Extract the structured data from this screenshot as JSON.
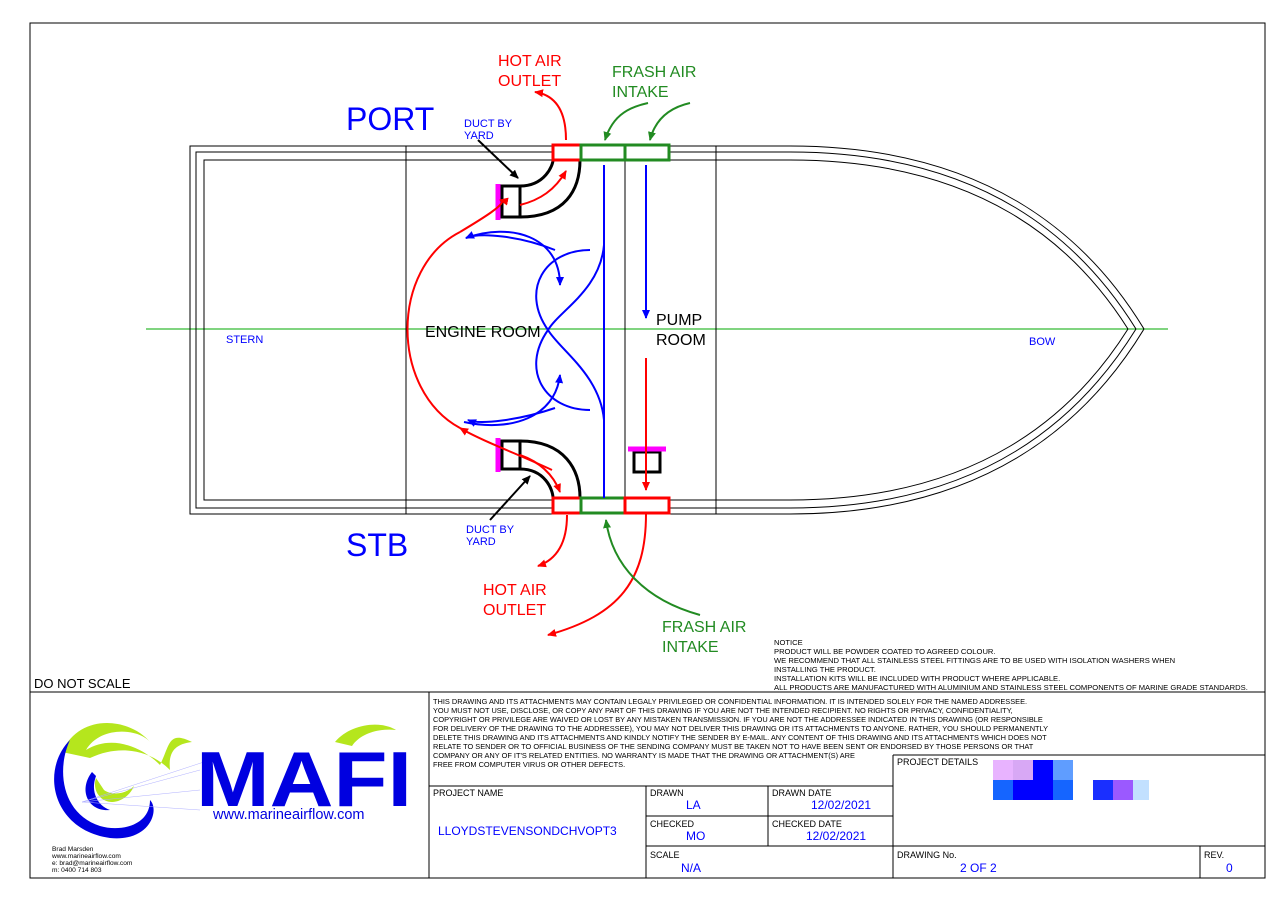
{
  "labels": {
    "port": "PORT",
    "stb": "STB",
    "hot_air_outlet_top": [
      "HOT AIR",
      "OUTLET"
    ],
    "hot_air_outlet_bottom": [
      "HOT AIR",
      "OUTLET"
    ],
    "fresh_air_intake_top": [
      "FRASH AIR",
      "INTAKE"
    ],
    "fresh_air_intake_bottom": [
      "FRASH AIR",
      "INTAKE"
    ],
    "duct_by_yard_top": [
      "DUCT BY",
      "YARD"
    ],
    "duct_by_yard_bottom": [
      "DUCT BY",
      "YARD"
    ],
    "engine_room": "ENGINE ROOM",
    "pump_room": [
      "PUMP",
      "ROOM"
    ],
    "stern": "STERN",
    "bow": "BOW",
    "do_not_scale": "DO NOT SCALE"
  },
  "notice": [
    "NOTICE",
    "PRODUCT WILL BE POWDER COATED TO AGREED COLOUR.",
    "WE RECOMMEND THAT ALL STAINLESS STEEL FITTINGS ARE TO BE USED WITH ISOLATION WASHERS WHEN",
    "INSTALLING THE PRODUCT.",
    "INSTALLATION KITS WILL BE INCLUDED WITH PRODUCT WHERE APPLICABLE.",
    "ALL PRODUCTS ARE MANUFACTURED WITH ALUMINIUM AND STAINLESS STEEL COMPONENTS OF MARINE GRADE STANDARDS."
  ],
  "disclaimer": [
    "THIS DRAWING AND ITS ATTACHMENTS MAY CONTAIN LEGALY PRIVILEGED OR CONFIDENTIAL INFORMATION. IT IS INTENDED SOLELY FOR THE NAMED ADDRESSEE.",
    "YOU MUST NOT USE, DISCLOSE, OR COPY ANY PART OF THIS DRAWING IF YOU ARE NOT THE INTENDED RECIPIENT. NO RIGHTS OR PRIVACY, CONFIDENTIALITY,",
    "COPYRIGHT OR PRIVILEGE ARE WAIVED OR LOST BY ANY MISTAKEN TRANSMISSION. IF YOU ARE NOT THE ADDRESSEE INDICATED IN THIS DRAWING (OR RESPONSIBLE",
    "FOR DELIVERY OF THE DRAWING TO THE ADDRESSEE), YOU MAY NOT DELIVER THIS DRAWING OR ITS ATTACHMENTS TO ANYONE. RATHER, YOU SHOULD PERMANENTLY",
    "DELETE THIS DRAWING AND ITS ATTACHMENTS AND KINDLY NOTIFY THE SENDER BY E-MAIL. ANY CONTENT OF THIS DRAWING AND ITS ATTACHMENTS WHICH DOES NOT",
    "RELATE TO SENDER OR TO OFFICIAL BUSINESS OF THE SENDING COMPANY MUST BE TAKEN NOT TO HAVE BEEN SENT OR ENDORSED BY THOSE PERSONS OR THAT",
    "COMPANY OR ANY OF IT'S RELATED ENTITIES. NO WARRANTY IS MADE THAT THE DRAWING OR ATTACHMENT(S) ARE",
    "FREE FROM COMPUTER VIRUS OR OTHER DEFECTS."
  ],
  "logo": {
    "wordmark": "MAFI",
    "website": "www.marineairflow.com",
    "contact": [
      "Brad Marsden",
      "www.marineairflow.com",
      "e: brad@marineairflow.com",
      "m: 0400 714 803"
    ]
  },
  "title_block": {
    "project_name_label": "PROJECT NAME",
    "project_name": "LLOYDSTEVENSONDCHVOPT3",
    "drawn_label": "DRAWN",
    "drawn": "LA",
    "drawn_date_label": "DRAWN DATE",
    "drawn_date": "12/02/2021",
    "checked_label": "CHECKED",
    "checked": "MO",
    "checked_date_label": "CHECKED DATE",
    "checked_date": "12/02/2021",
    "scale_label": "SCALE",
    "scale": "N/A",
    "project_details_label": "PROJECT DETAILS",
    "drawing_no_label": "DRAWING No.",
    "drawing_no": "2 OF 2",
    "rev_label": "REV.",
    "rev": "0"
  },
  "colors": {
    "hot_air": "#ff0000",
    "fresh_air": "#228b22",
    "flow_blue": "#0000ff",
    "duct": "#000000",
    "flange": "#ff00ff",
    "centerline": "#00aa00",
    "logo_green": "#b5e61d",
    "logo_blue": "#0000e0"
  }
}
